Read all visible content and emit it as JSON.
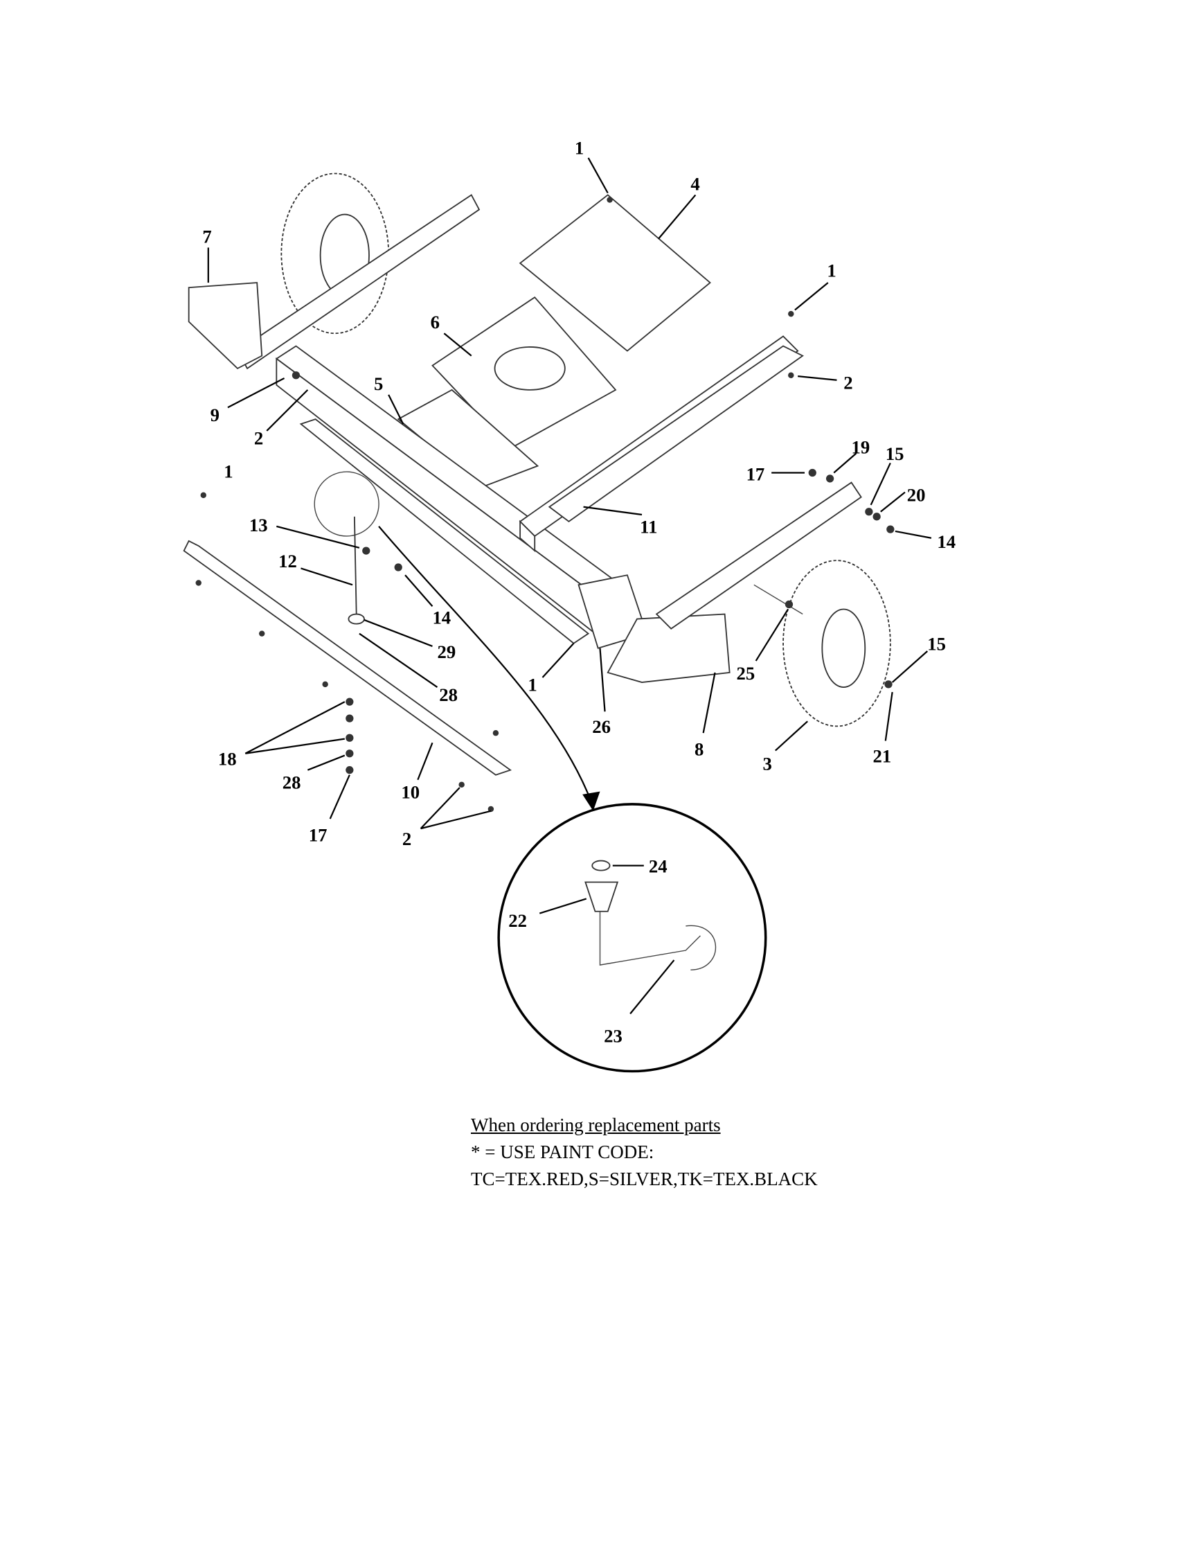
{
  "callouts": [
    "1",
    "4",
    "7",
    "1",
    "6",
    "2",
    "9",
    "5",
    "2",
    "1",
    "17",
    "19",
    "15",
    "20",
    "11",
    "13",
    "14",
    "12",
    "14",
    "29",
    "15",
    "28",
    "1",
    "25",
    "26",
    "8",
    "3",
    "21",
    "18",
    "28",
    "10",
    "17",
    "2",
    "24",
    "22",
    "23"
  ],
  "notes": {
    "heading": "When ordering replacement parts",
    "line1": "* = USE PAINT CODE:",
    "line2": "TC=TEX.RED,S=SILVER,TK=TEX.BLACK"
  }
}
